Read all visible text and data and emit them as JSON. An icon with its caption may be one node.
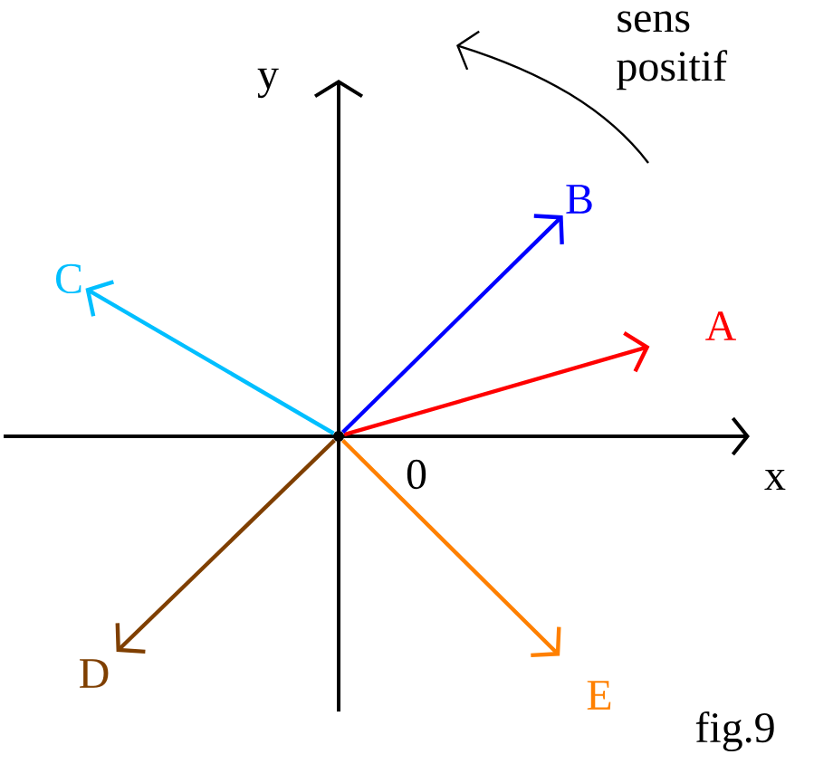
{
  "diagram": {
    "nodes": [
      {
        "text": [],
        "shape": "point",
        "beside": [
          "0"
        ]
      },
      {
        "text": [
          "A"
        ]
      },
      {
        "text": [
          "B"
        ]
      },
      {
        "text": [
          "C"
        ]
      },
      {
        "text": [
          "D"
        ]
      },
      {
        "text": [
          "E"
        ]
      }
    ],
    "edges": [
      {
        "from": 0,
        "to": 1,
        "arrow": "to",
        "color": "#ff0000"
      },
      {
        "from": 0,
        "to": 2,
        "arrow": "to",
        "color": "#0000ff"
      },
      {
        "from": 0,
        "to": 3,
        "arrow": "to",
        "color": "#00bfff"
      },
      {
        "from": 0,
        "to": 4,
        "arrow": "to",
        "color": "#7f3f00"
      },
      {
        "from": 0,
        "to": 5,
        "arrow": "to",
        "color": "#ff8000"
      }
    ],
    "labels": [
      "y",
      "sens positif",
      "x",
      "fig.9"
    ]
  }
}
